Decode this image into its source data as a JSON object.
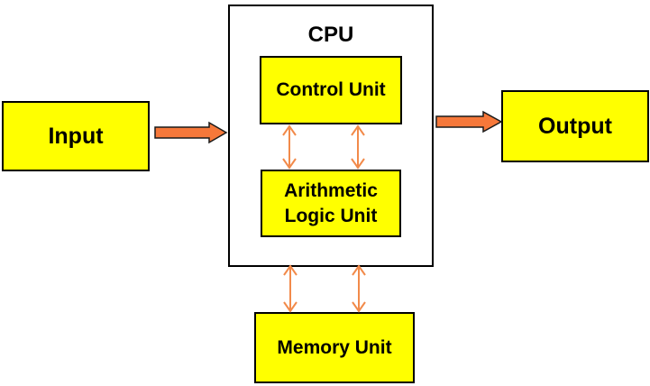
{
  "cpu": {
    "title": "CPU"
  },
  "input": {
    "label": "Input"
  },
  "output": {
    "label": "Output"
  },
  "control_unit": {
    "label": "Control Unit"
  },
  "alu": {
    "line1": "Arithmetic",
    "line2": "Logic Unit"
  },
  "memory_unit": {
    "label": "Memory Unit"
  },
  "colors": {
    "box_fill": "#ffff00",
    "border": "#000000",
    "arrow_fill": "#f6783a",
    "arrow_stroke": "#1a1a1a",
    "connector": "#f28a4a"
  }
}
